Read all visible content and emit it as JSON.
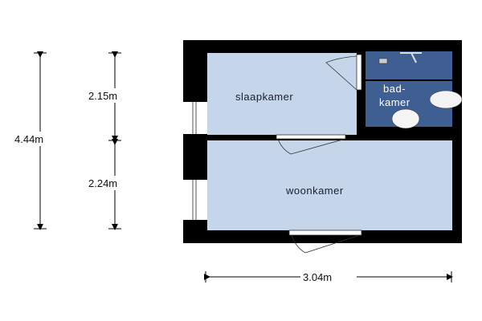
{
  "rooms": {
    "bedroom": "slaapkamer",
    "bathroom_line1": "bad-",
    "bathroom_line2": "kamer",
    "living": "woonkamer"
  },
  "dimensions": {
    "total_height": "4.44m",
    "bedroom_height": "2.15m",
    "living_height": "2.24m",
    "width": "3.04m"
  },
  "colors": {
    "wall": "#000000",
    "room": "#c6d6ea",
    "bathroom": "#3f5f93"
  }
}
